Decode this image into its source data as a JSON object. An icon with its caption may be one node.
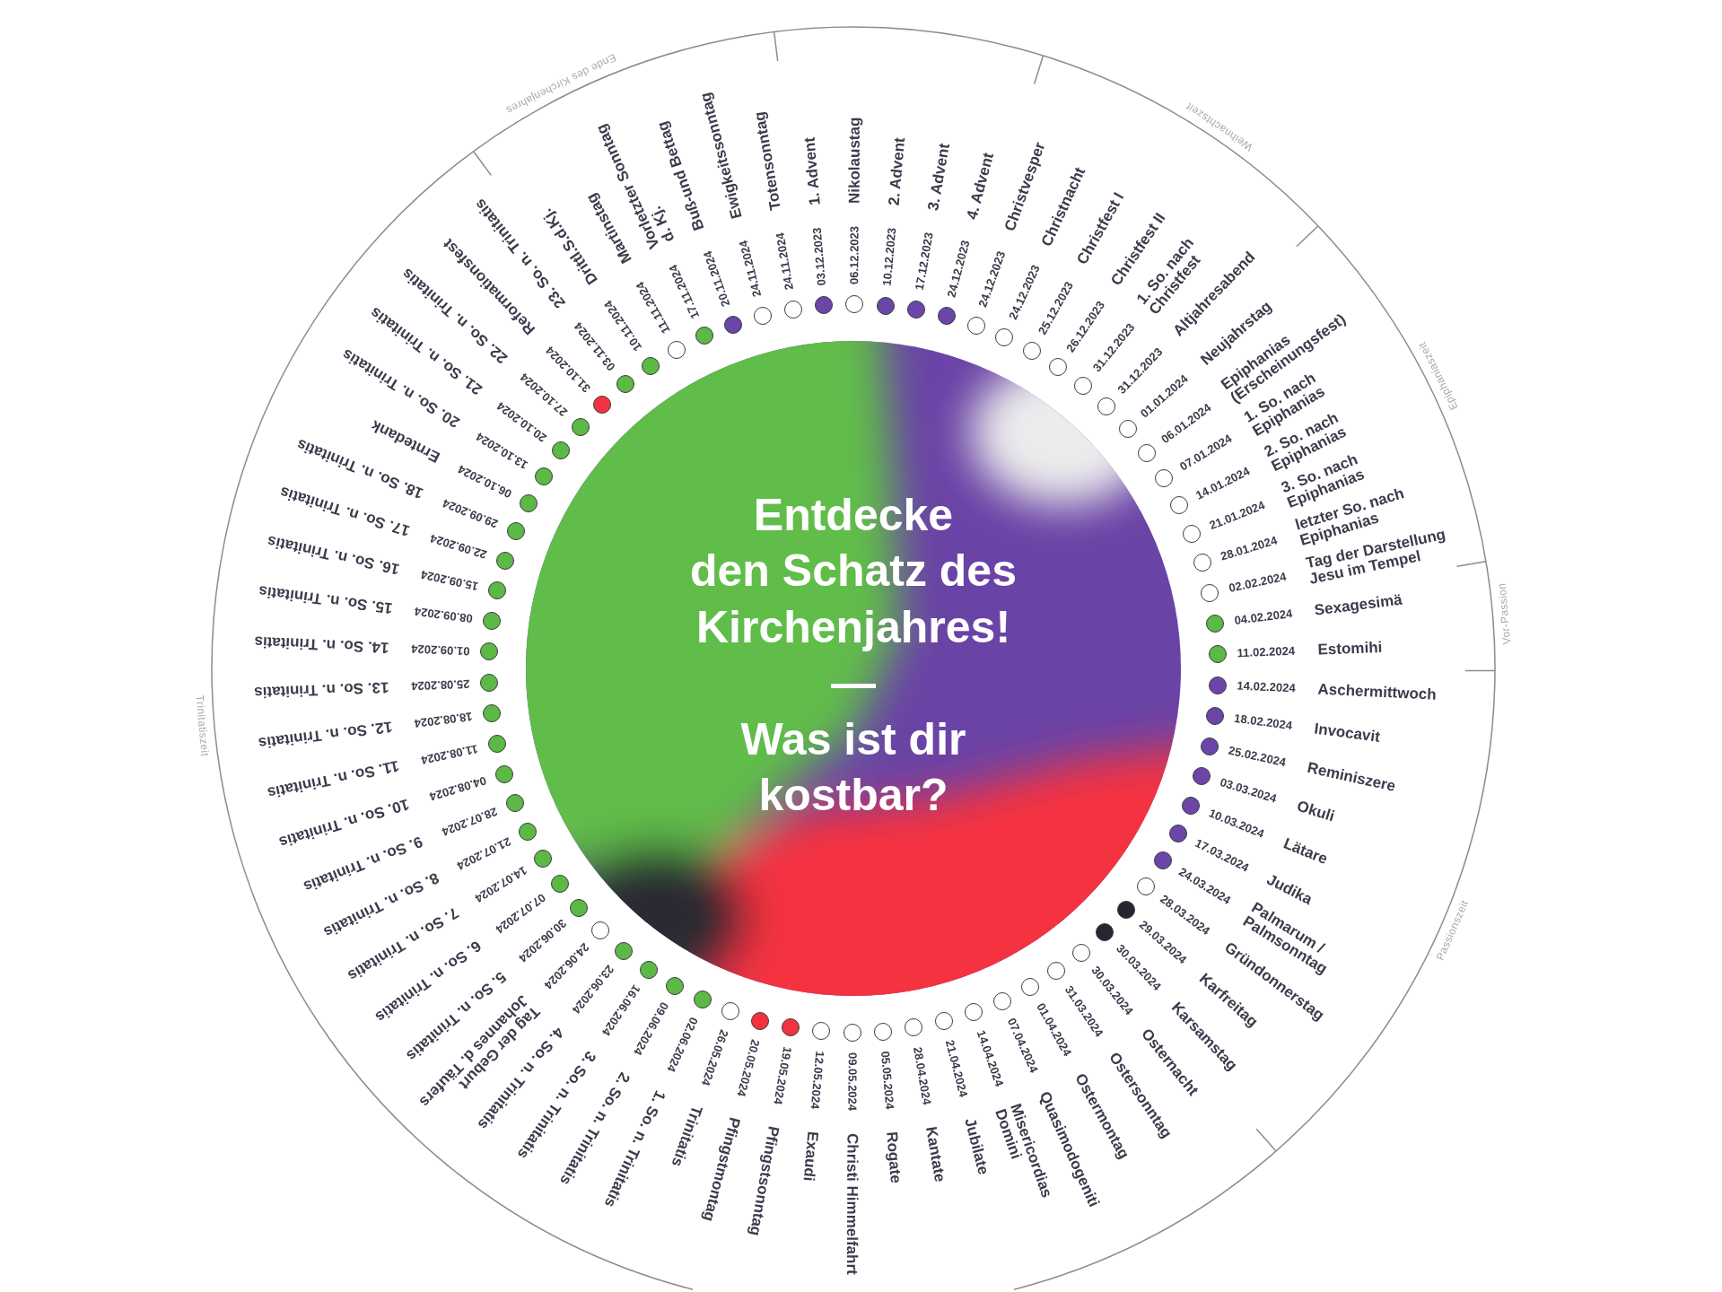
{
  "diagram": {
    "nodes": [
      {
        "text": [
          "Entdecke den Schatz des Kirchenjahres!",
          "—",
          "Was ist dir kostbar?"
        ]
      }
    ],
    "labels": [
      "03.12.2023",
      "1. Advent",
      "06.12.2023",
      "Nikolaustag",
      "10.12.2023",
      "2. Advent",
      "17.12.2023",
      "3. Advent",
      "24.12.2023",
      "4. Advent",
      "24.12.2023",
      "Christvesper",
      "24.12.2023",
      "Christnacht",
      "25.12.2023",
      "Christfest I",
      "26.12.2023",
      "Christfest II",
      "31.12.2023",
      "1. So. nach Christfest",
      "31.12.2023",
      "Altjahresabend",
      "01.01.2024",
      "Neujahrstag",
      "06.01.2024",
      "Epiphanias (Erscheinungsfest)",
      "07.01.2024",
      "1. So. nach Epiphanias",
      "14.01.2024",
      "2. So. nach Epiphanias",
      "21.01.2024",
      "3. So. nach Epiphanias",
      "28.01.2024",
      "letzter So. nach Epiphanias",
      "02.02.2024",
      "Tag der Darstellung Jesu im Tempel",
      "04.02.2024",
      "Sexagesimä",
      "11.02.2024",
      "Estomihi",
      "14.02.2024",
      "Aschermittwoch",
      "18.02.2024",
      "Invocavit",
      "25.02.2024",
      "Reminiszere",
      "03.03.2024",
      "Okuli",
      "10.03.2024",
      "Lätare",
      "17.03.2024",
      "Judika",
      "24.03.2024",
      "Palmarum / Palmsonntag",
      "28.03.2024",
      "Gründonnerstag",
      "29.03.2024",
      "Karfreitag",
      "30.03.2024",
      "Karsamstag",
      "30.03.2024",
      "Osternacht",
      "31.03.2024",
      "Ostersonntag",
      "01.04.2024",
      "Ostermontag",
      "07.04.2024",
      "Quasimodogeniti",
      "14.04.2024",
      "Misericordias Domini",
      "21.04.2024",
      "Jubilate",
      "28.04.2024",
      "Kantate",
      "05.05.2024",
      "Rogate",
      "09.05.2024",
      "Christi Himmelfahrt",
      "12.05.2024",
      "Exaudi",
      "19.05.2024",
      "Pfingstsonntag",
      "20.05.2024",
      "Pfingstmontag",
      "26.05.2024",
      "Trinitatis",
      "02.06.2024",
      "1. So. n. Trinitatis",
      "09.06.2024",
      "2. So. n. Trinitatis",
      "16.06.2024",
      "3. So. n. Trinitatis",
      "23.06.2024",
      "4. So. n. Trinitatis",
      "24.06.2024",
      "Tag der Geburt Johannes d. Täufers",
      "30.06.2024",
      "5. So. n. Trinitatis",
      "07.07.2024",
      "6. So. n. Trinitatis",
      "14.07.2024",
      "7. So. n. Trinitatis",
      "21.07.2024",
      "8. So. n. Trinitatis",
      "28.07.2024",
      "9. So. n. Trinitatis",
      "04.08.2024",
      "10. So. n. Trinitatis",
      "11.08.2024",
      "11. So. n. Trinitatis",
      "18.08.2024",
      "12. So. n. Trinitatis",
      "25.08.2024",
      "13. So. n. Trinitatis",
      "01.09.2024",
      "14. So. n. Trinitatis",
      "08.09.2024",
      "15. So. n. Trinitatis",
      "15.09.2024",
      "16. So. n. Trinitatis",
      "22.09.2024",
      "17. So. n. Trinitatis",
      "29.09.2024",
      "18. So. n. Trinitatis",
      "06.10.2024",
      "Erntedank",
      "13.10.2024",
      "20. So. n. Trinitatis",
      "20.10.2024",
      "21. So. n. Trinitatis",
      "27.10.2024",
      "22. So. n. Trinitatis",
      "31.10.2024",
      "Reformationsfest",
      "03.11.2024",
      "23. So. n. Trinitatis",
      "10.11.2024",
      "Drittl.S.d.Kj.",
      "11.11.2024",
      "Martinstag",
      "17.11.2024",
      "Vorletzter Sonntag d. Kj.",
      "20.11.2024",
      "Buß-und Bettag",
      "24.11.2024",
      "Ewigkeitssonntag",
      "24.11.2024",
      "Totensonntag",
      "Ende des Kirchenjahres",
      "Weihnachtszeit",
      "Epiphaniaszeit",
      "Vor-Passion",
      "Passionszeit",
      "Trinitatiszeit"
    ]
  }
}
